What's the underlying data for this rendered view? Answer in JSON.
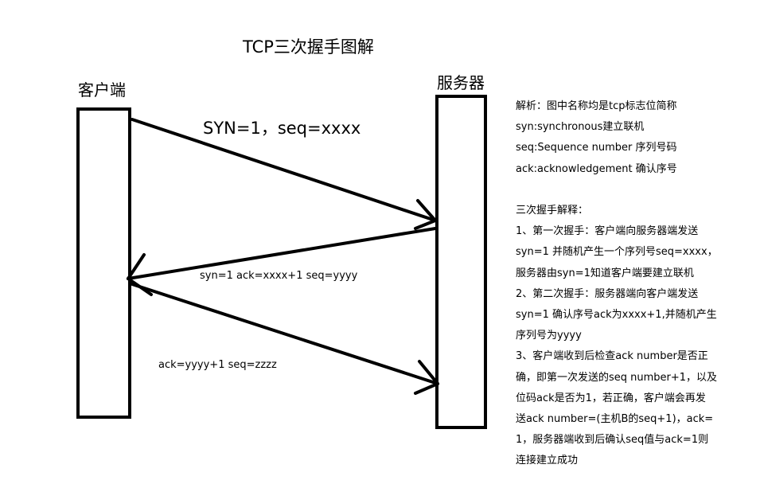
{
  "title": "TCP三次握手图解",
  "client_label": "客户端",
  "server_label": "服务器",
  "messages": {
    "syn": "SYN=1，seq=xxxx",
    "syn_ack": "syn=1 ack=xxxx+1 seq=yyyy",
    "ack": "ack=yyyy+1 seq=zzzz"
  },
  "notes": {
    "definitions": [
      "解析：图中名称均是tcp标志位简称",
      "syn:synchronous建立联机",
      "seq:Sequence number 序列号码",
      "ack:acknowledgement  确认序号"
    ],
    "explanation": [
      "三次握手解释：",
      "1、第一次握手：客户端向服务器端发送",
      "syn=1 并随机产生一个序列号seq=xxxx，",
      "服务器由syn=1知道客户端要建立联机",
      "2、第二次握手：服务器端向客户端发送",
      "syn=1 确认序号ack为xxxx+1,并随机产生",
      "序列号为yyyy",
      "3、客户端收到后检查ack number是否正",
      "确，即第一次发送的seq number+1，以及",
      "位码ack是否为1，若正确，客户端会再发",
      "送ack number=(主机B的seq+1)，ack=",
      "1，服务器端收到后确认seq值与ack=1则",
      "连接建立成功"
    ]
  },
  "colors": {
    "stroke": "#000000",
    "background": "#ffffff"
  }
}
